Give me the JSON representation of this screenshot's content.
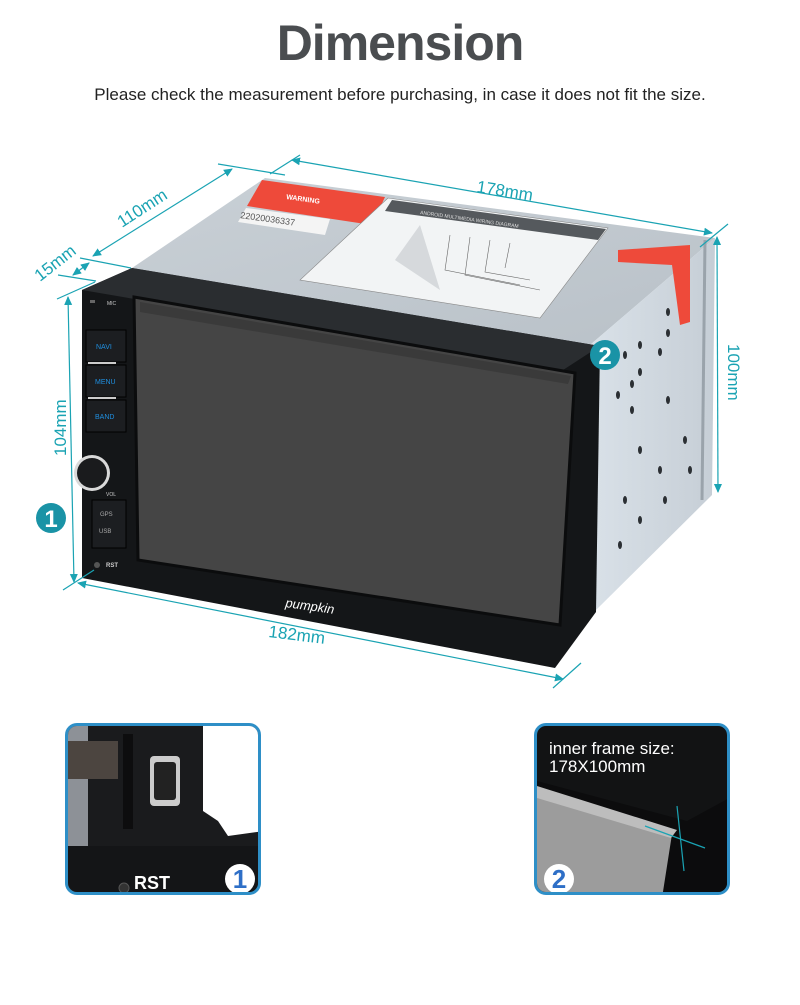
{
  "header": {
    "title": "Dimension",
    "subtitle": "Please check the measurement before purchasing, in case it does not fit the size."
  },
  "dimensions": {
    "depth": "110mm",
    "top_width": "178mm",
    "front_lip": "15mm",
    "front_height": "104mm",
    "rear_height": "100mm",
    "front_width": "182mm"
  },
  "device": {
    "warning_label": "WARNING",
    "serial_number": "22020036337",
    "diagram_title": "ANDROID MULTIMEDIA WIRING DIAGRAM",
    "buttons": [
      "NAVI",
      "MENU",
      "BAND"
    ],
    "knob_label": "VOL",
    "port_labels": [
      "GPS",
      "USB"
    ],
    "mic_label": "MIC",
    "reset_label": "RST",
    "brand": "pumpkin"
  },
  "callouts": [
    {
      "number": "1",
      "label": "RST"
    },
    {
      "number": "2",
      "note_line1": "inner frame size:",
      "note_line2": "178X100mm"
    }
  ],
  "colors": {
    "accent_teal": "#1aa3b3",
    "detail_border": "#2e8fc7",
    "title_gray": "#4a4d50",
    "warning_red": "#ee4a3a"
  }
}
